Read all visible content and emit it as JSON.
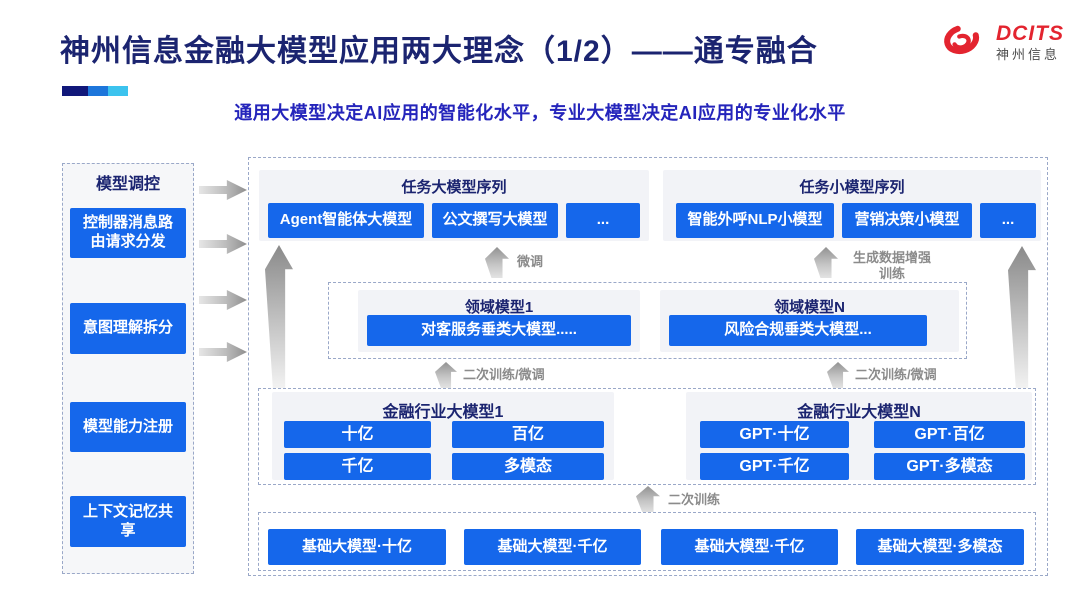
{
  "header": {
    "title": "神州信息金融大模型应用两大理念（1/2）——通专融合",
    "subtitle": "通用大模型决定AI应用的智能化水平，专业大模型决定AI应用的专业化水平",
    "logo": {
      "brand": "DCITS",
      "brand_cn": "神州信息"
    }
  },
  "colors": {
    "box_blue": "#1567eb",
    "title_navy": "#1b2470",
    "subtitle_blue": "#2424bb",
    "label_gray": "#8b8b8b",
    "logo_red": "#e3242f",
    "group_bg": "#f2f3f7",
    "dashed_border": "#9aa8c8",
    "accent_segments": [
      "#11187a",
      "#1d76db",
      "#3cc3ee"
    ]
  },
  "icons": {
    "logo_icon": "dcits-swirl-icon",
    "right_arrow": "flow-arrow-right-icon",
    "up_arrow": "flow-arrow-up-icon"
  },
  "sidebar": {
    "title": "模型调控",
    "items": [
      {
        "label": "控制器消息路由请求分发"
      },
      {
        "label": "意图理解拆分"
      },
      {
        "label": "模型能力注册"
      },
      {
        "label": "上下文记忆共享"
      }
    ]
  },
  "diagram": {
    "task_large": {
      "title": "任务大模型序列",
      "items": [
        {
          "label": "Agent智能体大模型"
        },
        {
          "label": "公文撰写大模型"
        },
        {
          "label": "..."
        }
      ]
    },
    "task_small": {
      "title": "任务小模型序列",
      "items": [
        {
          "label": "智能外呼NLP小模型"
        },
        {
          "label": "营销决策小模型"
        },
        {
          "label": "..."
        }
      ]
    },
    "domain_groups": [
      {
        "title": "领域模型1",
        "model": "对客服务垂类大模型....."
      },
      {
        "title": "领域模型N",
        "model": "风险合规垂类大模型..."
      }
    ],
    "industry_groups": [
      {
        "title": "金融行业大模型1",
        "cells": [
          {
            "label": "十亿"
          },
          {
            "label": "百亿"
          },
          {
            "label": "千亿"
          },
          {
            "label": "多模态"
          }
        ]
      },
      {
        "title": "金融行业大模型N",
        "cells": [
          {
            "label": "GPT·十亿"
          },
          {
            "label": "GPT·百亿"
          },
          {
            "label": "GPT·千亿"
          },
          {
            "label": "GPT·多模态"
          }
        ]
      }
    ],
    "base_models": [
      {
        "label": "基础大模型·十亿"
      },
      {
        "label": "基础大模型·千亿"
      },
      {
        "label": "基础大模型·千亿"
      },
      {
        "label": "基础大模型·多模态"
      }
    ],
    "flow_labels": {
      "fine_tune": "微调",
      "gen_data_train": "生成数据增强训练",
      "retrain_ft_left": "二次训练/微调",
      "retrain_ft_right": "二次训练/微调",
      "retrain": "二次训练"
    }
  }
}
